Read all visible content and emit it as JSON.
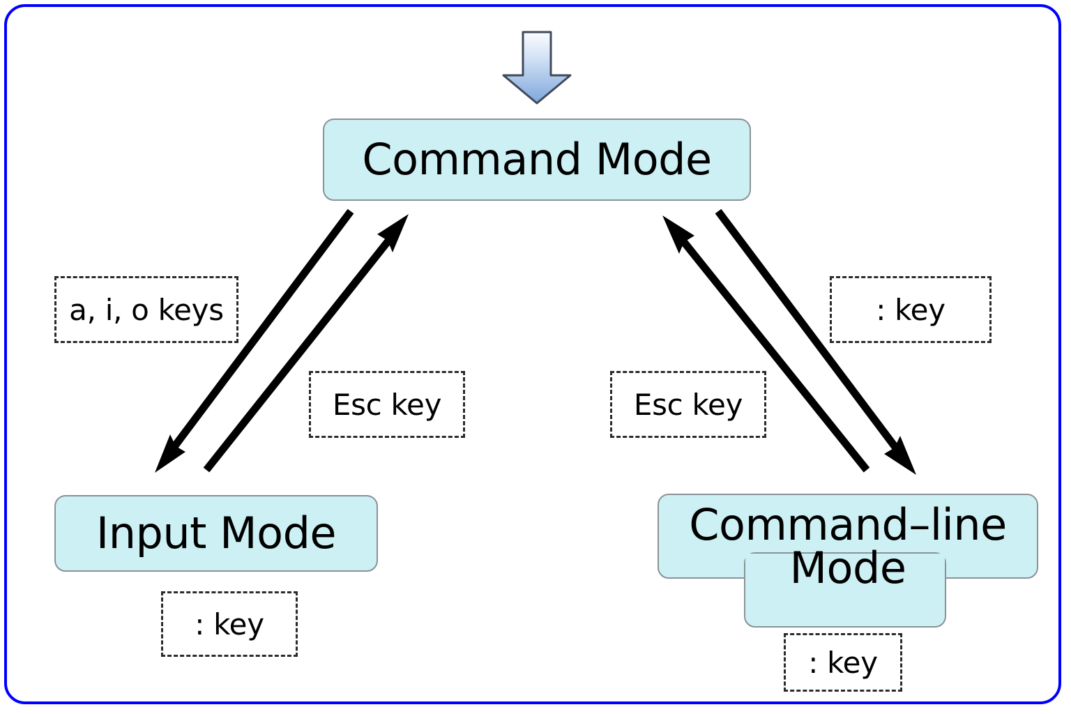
{
  "diagram": {
    "title": "vi editor mode transition diagram",
    "frame_color": "#0000ff",
    "box_fill": "#cdf0f4",
    "box_border": "#8a9296",
    "arrow_color": "#000000",
    "entry_arrow": {
      "name": "entry-arrow",
      "gradient_top": "#f2f7fd",
      "gradient_bottom": "#7ea6dc",
      "outline": "#41495a",
      "direction": "down"
    }
  },
  "nodes": {
    "command_mode": {
      "label": "Command Mode"
    },
    "input_mode": {
      "label": "Input Mode"
    },
    "commandline_mode": {
      "line1": "Command–line",
      "line2": "Mode"
    }
  },
  "transitions": {
    "command_to_input": {
      "label": "a, i, o keys"
    },
    "input_to_command": {
      "label": "Esc key"
    },
    "command_to_commandline": {
      "label": ": key"
    },
    "commandline_to_command": {
      "label": "Esc key"
    },
    "input_colon": {
      "label": ": key"
    },
    "commandline_colon": {
      "label": ": key"
    }
  }
}
